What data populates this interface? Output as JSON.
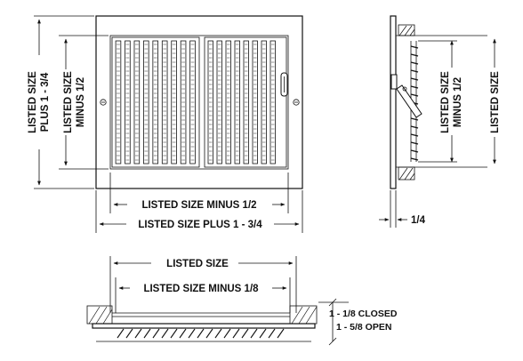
{
  "labels": {
    "listed_size": "LISTED SIZE",
    "listed_size_minus_half": "LISTED SIZE MINUS 1/2",
    "listed_size_plus_1_3_4": "LISTED SIZE PLUS 1 - 3/4",
    "listed_size_minus_1_8": "LISTED SIZE MINUS 1/8",
    "left_outer_line1": "LISTED SIZE",
    "left_outer_line2": "PLUS 1 - 3/4",
    "left_inner_line1": "LISTED SIZE",
    "left_inner_line2": "MINUS 1/2",
    "side_inner_line1": "LISTED SIZE",
    "side_inner_line2": "MINUS 1/2",
    "side_outer": "LISTED SIZE",
    "quarter": "1/4",
    "closed": "1 - 1/8 CLOSED",
    "open": "1 - 5/8 OPEN"
  }
}
